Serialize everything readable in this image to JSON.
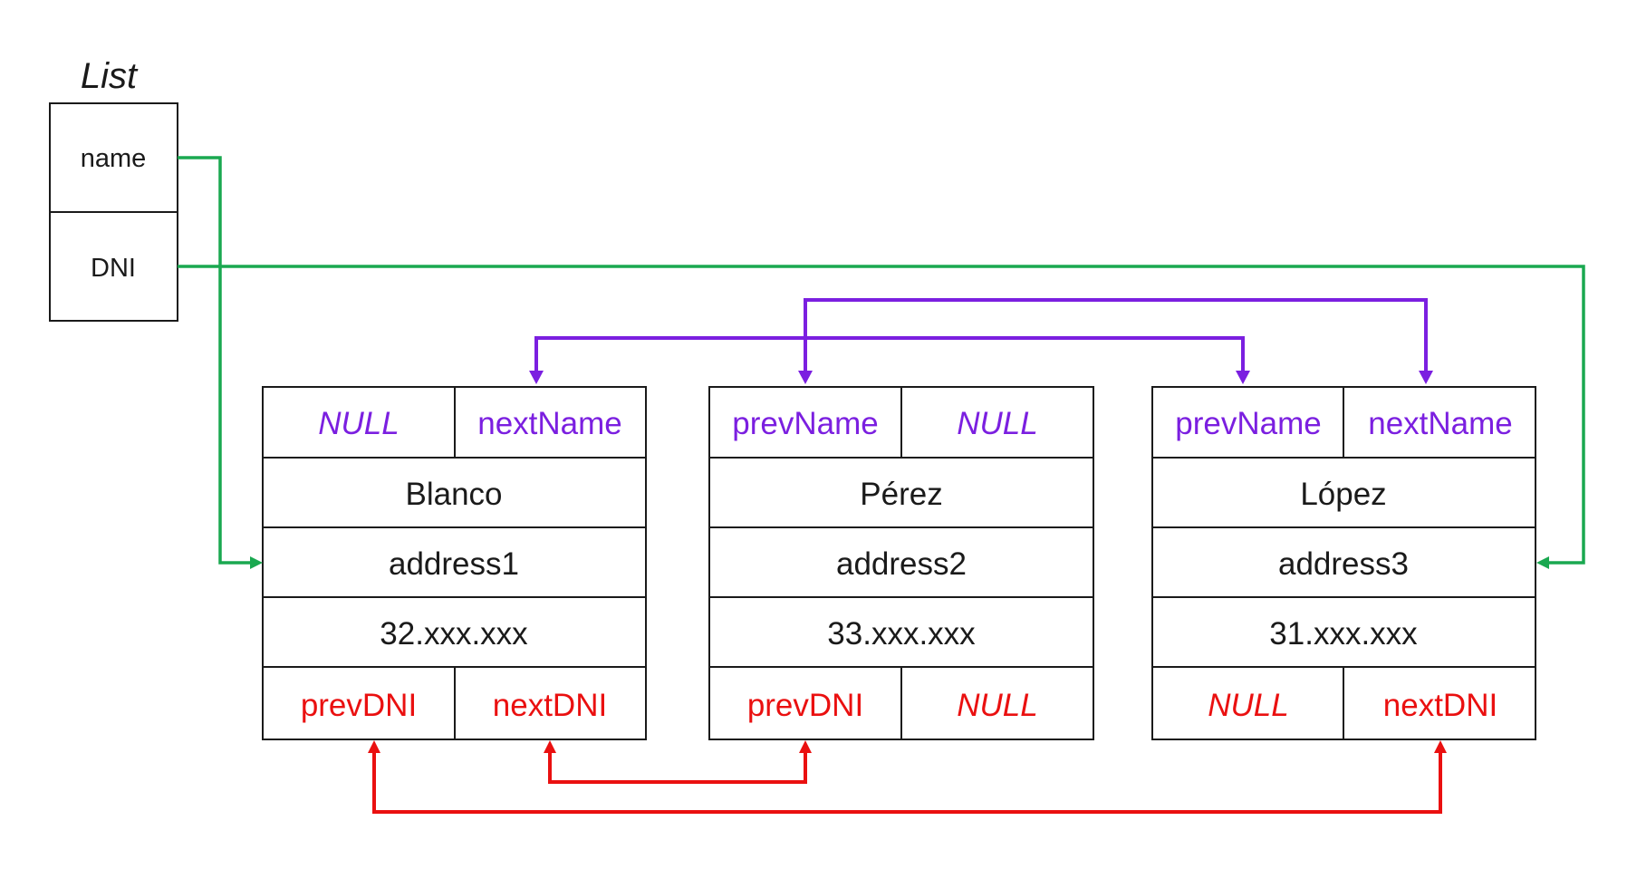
{
  "list": {
    "title": "List",
    "fields": [
      "name",
      "DNI"
    ]
  },
  "nodes": [
    {
      "top": [
        "NULL",
        "nextName"
      ],
      "name": "Blanco",
      "address": "address1",
      "dni": "32.xxx.xxx",
      "bottom": [
        "prevDNI",
        "nextDNI"
      ]
    },
    {
      "top": [
        "prevName",
        "NULL"
      ],
      "name": "Pérez",
      "address": "address2",
      "dni": "33.xxx.xxx",
      "bottom": [
        "prevDNI",
        "NULL"
      ]
    },
    {
      "top": [
        "prevName",
        "nextName"
      ],
      "name": "López",
      "address": "address3",
      "dni": "31.xxx.xxx",
      "bottom": [
        "NULL",
        "nextDNI"
      ]
    }
  ],
  "colors": {
    "name_links": "#7b1fe0",
    "dni_links": "#ea1010",
    "list_links": "#1aa850",
    "text": "#1a1a1a"
  }
}
